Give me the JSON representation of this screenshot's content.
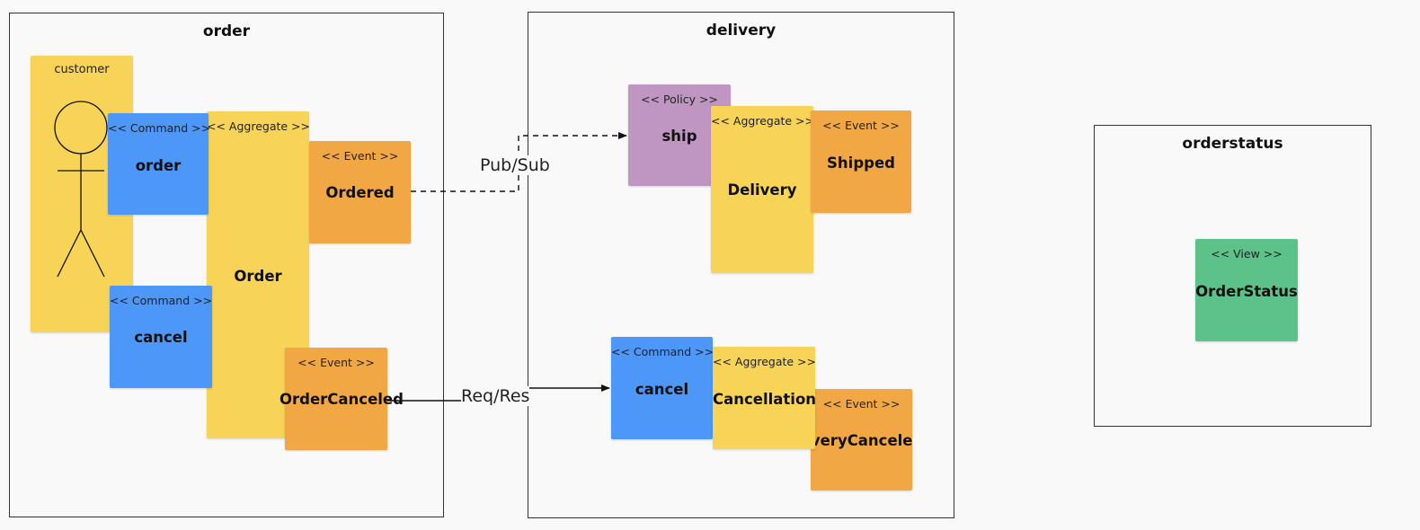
{
  "contexts": {
    "order": {
      "title": "order"
    },
    "delivery": {
      "title": "delivery"
    },
    "orderstatus": {
      "title": "orderstatus"
    }
  },
  "actor": {
    "label": "customer"
  },
  "stickies": {
    "order_command": {
      "stereotype": "<< Command >>",
      "name": "order"
    },
    "cancel_command": {
      "stereotype": "<< Command >>",
      "name": "cancel"
    },
    "order_aggregate": {
      "stereotype": "<< Aggregate >>",
      "name": "Order"
    },
    "ordered_event": {
      "stereotype": "<< Event >>",
      "name": "Ordered"
    },
    "ordercanceled_event": {
      "stereotype": "<< Event >>",
      "name": "OrderCanceled"
    },
    "ship_policy": {
      "stereotype": "<< Policy >>",
      "name": "ship"
    },
    "delivery_aggregate": {
      "stereotype": "<< Aggregate >>",
      "name": "Delivery"
    },
    "shipped_event": {
      "stereotype": "<< Event >>",
      "name": "Shipped"
    },
    "delivery_cancel_command": {
      "stereotype": "<< Command >>",
      "name": "cancel"
    },
    "cancellation_aggregate": {
      "stereotype": "<< Aggregate >>",
      "name": "Cancellation"
    },
    "deliverycanceled_event": {
      "stereotype": "<< Event >>",
      "name": "DeliveryCanceled"
    },
    "orderstatus_view": {
      "stereotype": "<< View >>",
      "name": "OrderStatus"
    }
  },
  "connections": {
    "pubsub": {
      "label": "Pub/Sub",
      "style": "dashed"
    },
    "reqres": {
      "label": "Req/Res",
      "style": "solid"
    }
  },
  "colors": {
    "aggregate": "#f7d358",
    "command": "#4d97f8",
    "event": "#f2a745",
    "policy": "#bf96c2",
    "view": "#5cc28a",
    "actor": "#f7d358"
  }
}
